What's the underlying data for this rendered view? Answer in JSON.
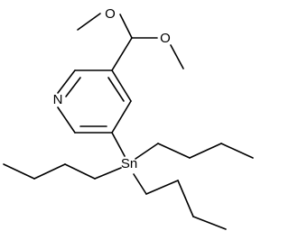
{
  "molecule": {
    "atoms": {
      "oxygen_top": "O",
      "oxygen_right": "O",
      "nitrogen": "N",
      "tin": "Sn"
    }
  },
  "colors": {
    "bond": "#000000",
    "background": "#ffffff"
  }
}
